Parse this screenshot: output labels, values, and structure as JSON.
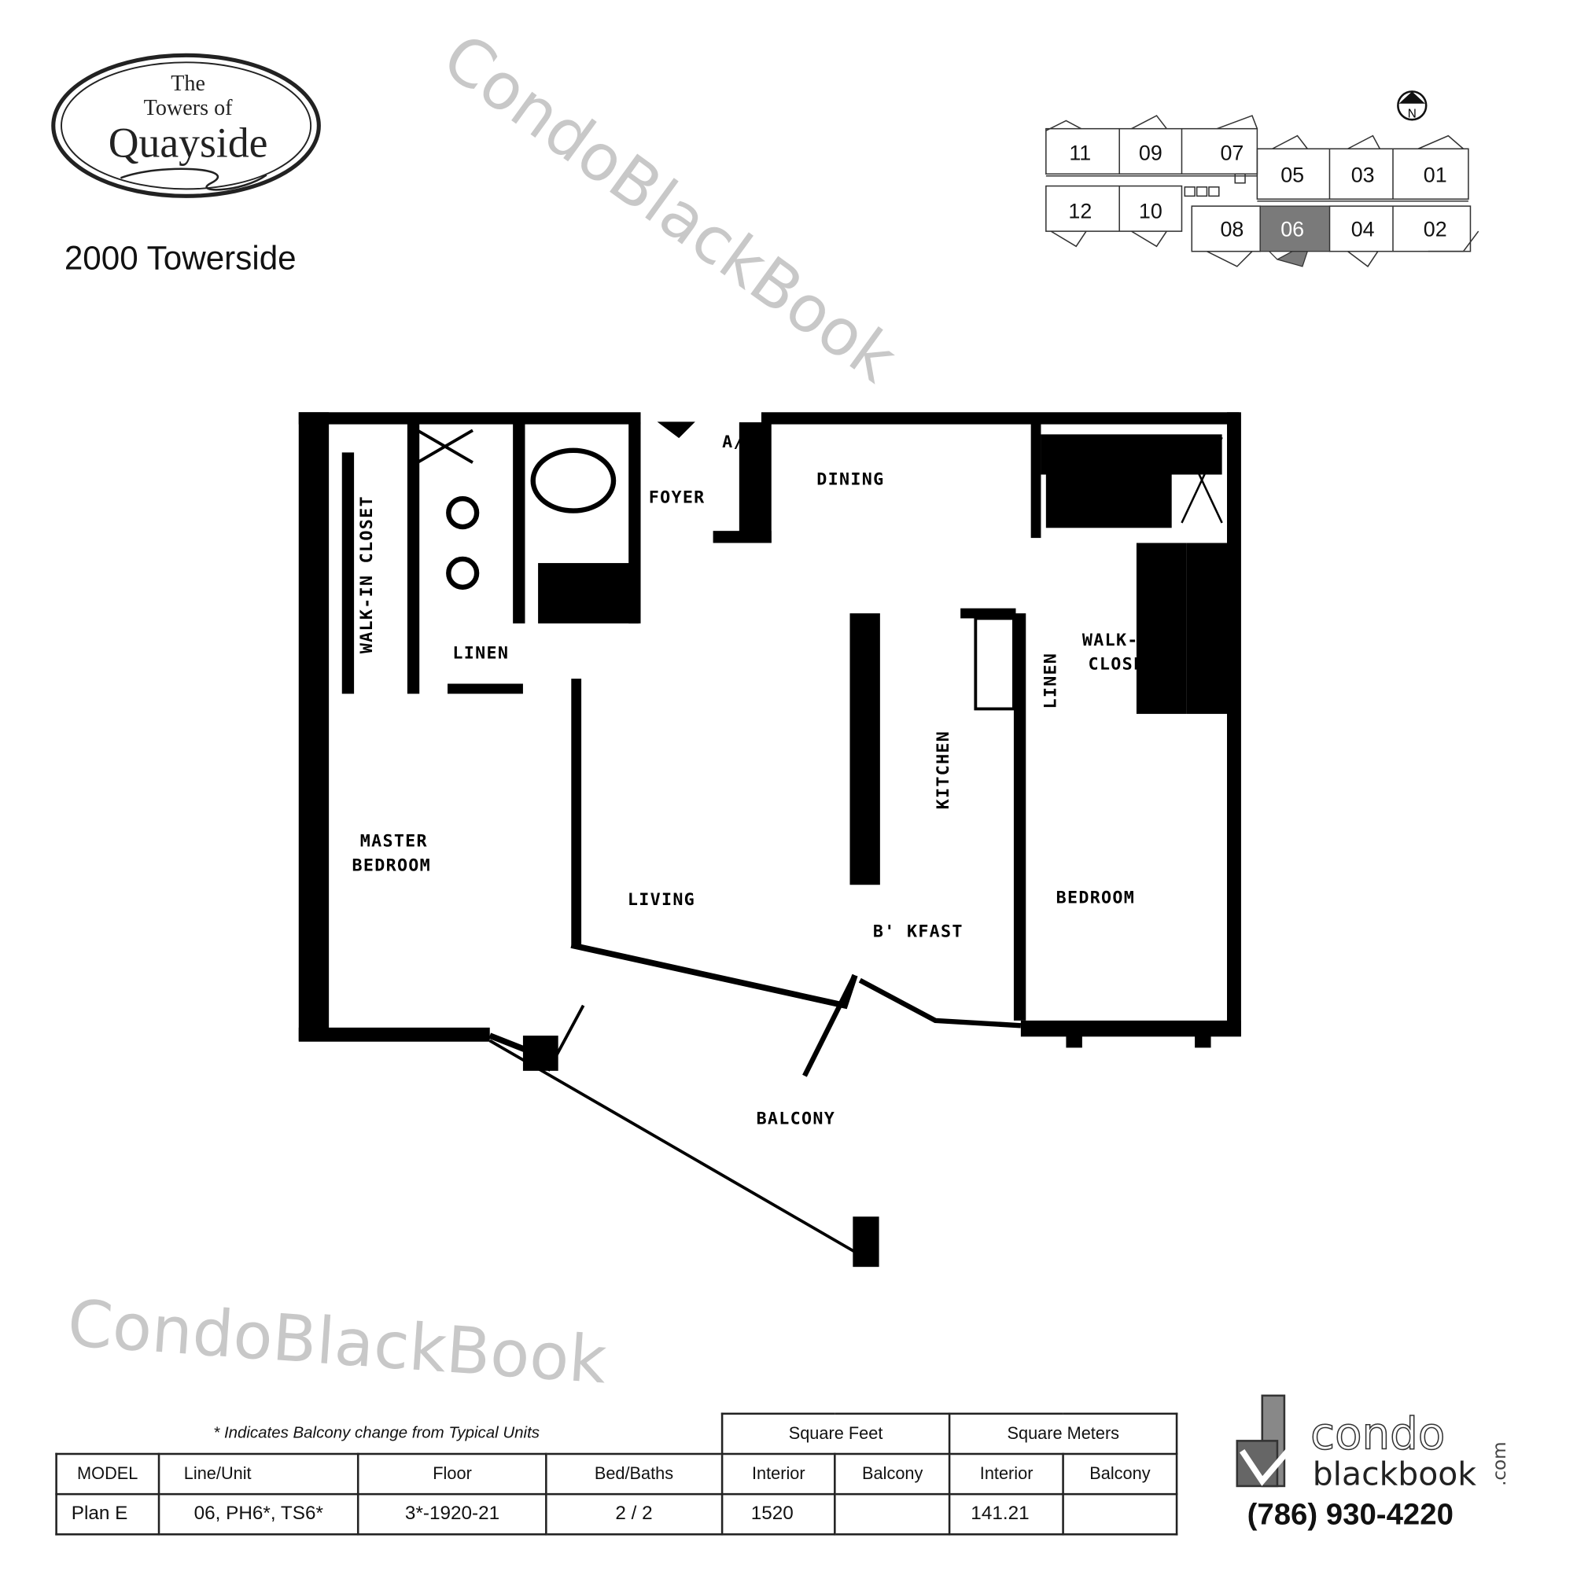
{
  "logo": {
    "line1": "The",
    "line2": "Towers of",
    "line3": "Quayside"
  },
  "building_name": "2000 Towerside",
  "keyplan": {
    "north_label": "N",
    "units_top": [
      "11",
      "09",
      "07",
      "05",
      "03",
      "01"
    ],
    "units_bottom": [
      "12",
      "10",
      "08",
      "06",
      "04",
      "02"
    ],
    "highlighted_unit": "06",
    "highlight_color": "#7a7a7a"
  },
  "floorplan": {
    "rooms": {
      "walk_in_closet_master": "WALK-IN CLOSET",
      "linen_master": "LINEN",
      "foyer": "FOYER",
      "ac": "A/C",
      "dining": "DINING",
      "master_bedroom_1": "MASTER",
      "master_bedroom_2": "BEDROOM",
      "living": "LIVING",
      "kitchen": "KITCHEN",
      "linen_bedroom": "LINEN",
      "walk_in_closet_1": "WALK-IN",
      "walk_in_closet_2": "CLOSET",
      "breakfast": "B'  KFAST",
      "bedroom": "BEDROOM",
      "balcony": "BALCONY"
    }
  },
  "table": {
    "note": "* Indicates Balcony change from Typical Units",
    "group_headers": [
      "Square Feet",
      "Square Meters"
    ],
    "headers": [
      "MODEL",
      "Line/Unit",
      "Floor",
      "Bed/Baths",
      "Interior",
      "Balcony",
      "Interior",
      "Balcony"
    ],
    "rows": [
      [
        "Plan E",
        "06, PH6*, TS6*",
        "3*-1920-21",
        "2 / 2",
        "1520",
        "",
        "141.21",
        ""
      ]
    ]
  },
  "brand": {
    "line1": "condo",
    "line2": "blackbook",
    "suffix": ".com",
    "phone": "(786) 930-4220"
  },
  "watermark": "CondoBlackBook"
}
